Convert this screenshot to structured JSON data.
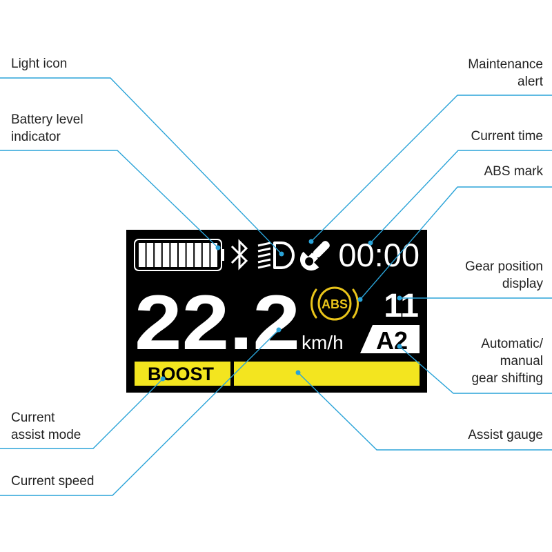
{
  "labels": {
    "light_icon": "Light icon",
    "battery_line1": "Battery level",
    "battery_line2": "indicator",
    "assist_mode_line1": "Current",
    "assist_mode_line2": "assist mode",
    "current_speed": "Current speed",
    "maintenance_line1": "Maintenance",
    "maintenance_line2": "alert",
    "current_time": "Current time",
    "abs_mark": "ABS mark",
    "gear_position_line1": "Gear position",
    "gear_position_line2": "display",
    "shifting_line1": "Automatic/",
    "shifting_line2": "manual",
    "shifting_line3": "gear shifting",
    "assist_gauge": "Assist gauge"
  },
  "display": {
    "time": "00:00",
    "speed": "22.2",
    "unit": "km/h",
    "abs": "ABS",
    "gear": "11",
    "shift_mode": "A2",
    "assist_mode": "BOOST",
    "battery_segments": 10,
    "assist_gauge_level": 1.0
  },
  "colors": {
    "display_bg": "#000000",
    "display_fg": "#ffffff",
    "accent_yellow": "#f3e51f",
    "abs_amber": "#e9c41a",
    "leader_line": "#2aa3d8",
    "text": "#222222"
  },
  "icons": [
    "battery-icon",
    "bluetooth-icon",
    "headlight-icon",
    "wrench-icon",
    "abs-icon"
  ]
}
